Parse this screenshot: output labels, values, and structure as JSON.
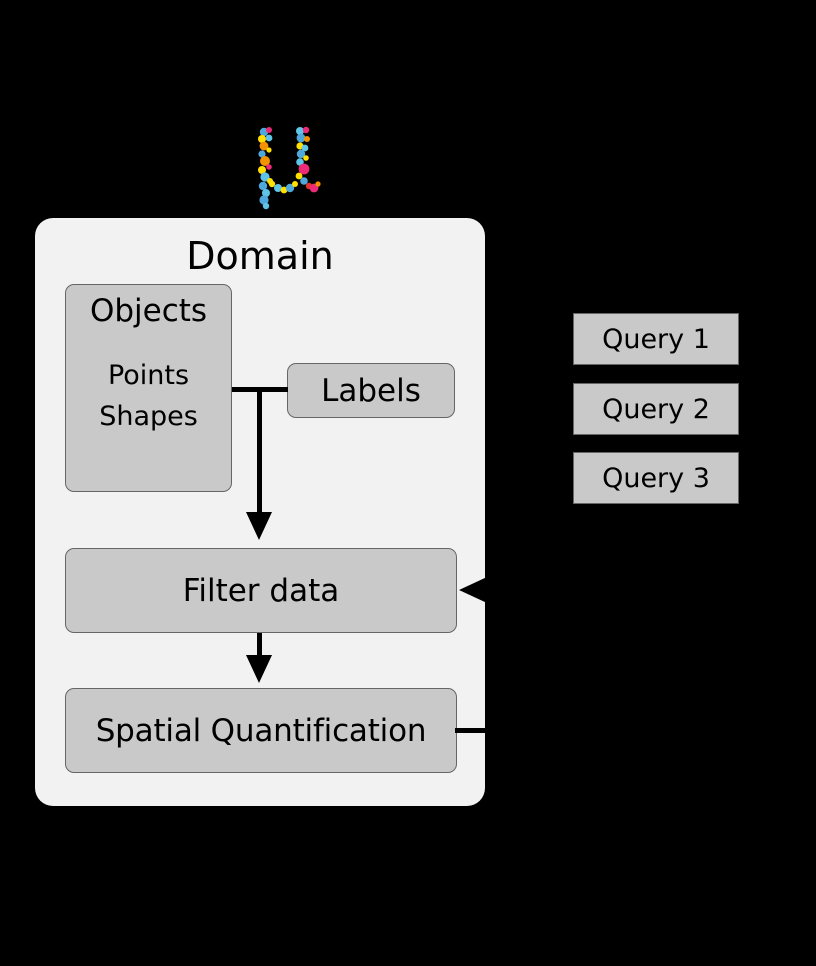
{
  "figure": {
    "logo": {
      "name": "mu-logo",
      "glyph": "μ",
      "dot_colors": [
        "#4fa8dc",
        "#ec2a77",
        "#f39200",
        "#ffe000",
        "#e6332a",
        "#5ec5e8"
      ]
    },
    "panel": {
      "title": "Domain",
      "background": "#f2f2f2"
    },
    "nodes": {
      "objects": {
        "title": "Objects",
        "subtitle_line1": "Points",
        "subtitle_line2": "Shapes"
      },
      "labels": {
        "label": "Labels"
      },
      "filter": {
        "label": "Filter data"
      },
      "spatial": {
        "label": "Spatial Quantification"
      }
    },
    "queries": [
      {
        "label": "Query 1"
      },
      {
        "label": "Query 2"
      },
      {
        "label": "Query 3"
      }
    ],
    "colors": {
      "node_fill": "#c9c9c9",
      "node_border": "#666666",
      "panel_fill": "#f2f2f2",
      "connector": "#000000",
      "background": "#000000"
    }
  }
}
